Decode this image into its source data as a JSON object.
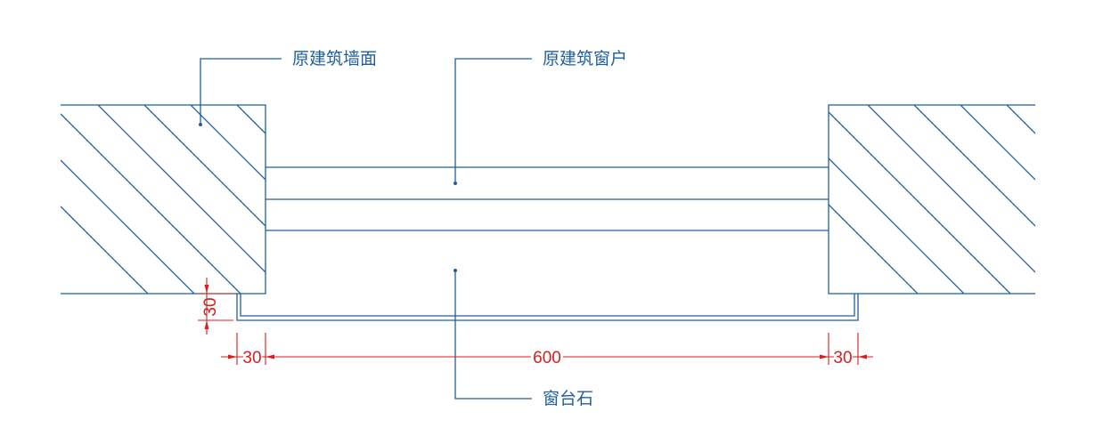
{
  "colors": {
    "drawing": "#1f5fa0",
    "dimension": "#d62020",
    "background": "#ffffff"
  },
  "labels": {
    "wall": "原建筑墙面",
    "window": "原建筑窗户",
    "sill": "窗台石"
  },
  "dimensions": {
    "sill_thickness": "30",
    "left_overhang": "30",
    "opening_width": "600",
    "right_overhang": "30"
  }
}
